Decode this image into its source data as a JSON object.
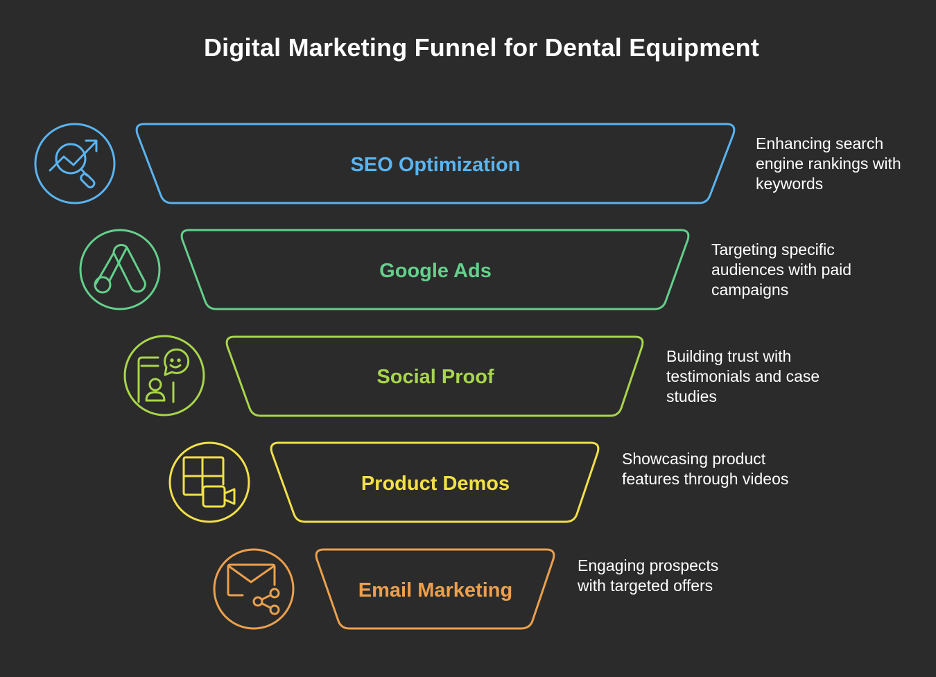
{
  "title": "Digital Marketing Funnel for Dental Equipment",
  "stages": [
    {
      "label": "SEO Optimization",
      "description": "Enhancing search engine rankings with keywords",
      "color": "#5ab4f0",
      "icon": "trend-magnifier-icon"
    },
    {
      "label": "Google Ads",
      "description": "Targeting specific audiences with paid campaigns",
      "color": "#64d08c",
      "icon": "google-ads-icon"
    },
    {
      "label": "Social Proof",
      "description": "Building trust with testimonials and case studies",
      "color": "#a8d64a",
      "icon": "testimonial-phone-icon"
    },
    {
      "label": "Product Demos",
      "description": "Showcasing product features through videos",
      "color": "#f2e04a",
      "icon": "video-demo-icon"
    },
    {
      "label": "Email Marketing",
      "description": "Engaging prospects with targeted offers",
      "color": "#eca04c",
      "icon": "email-share-icon"
    }
  ]
}
